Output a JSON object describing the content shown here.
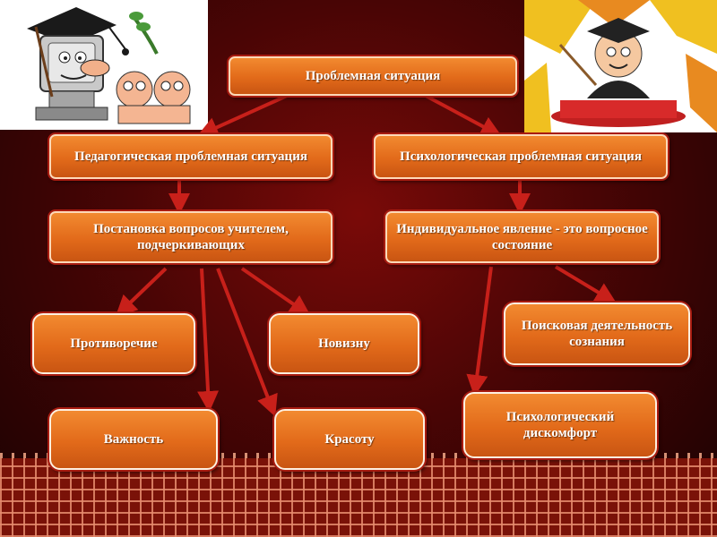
{
  "slide": {
    "root": "Проблемная ситуация",
    "branch_left": "Педагогическая проблемная ситуация",
    "branch_right": "Психологическая проблемная ситуация",
    "left_sub": "Постановка вопросов учителем, подчеркивающих",
    "right_sub": "Индивидуальное явление - это вопросное состояние",
    "leaves_left": [
      "Противоречие",
      "Новизну",
      "Важность",
      "Красоту"
    ],
    "leaves_right": [
      "Поисковая деятельность сознания",
      "Психологический дискомфорт"
    ]
  },
  "colors": {
    "box": "#e8761f",
    "arrow": "#c8201a",
    "background": "#5a0606",
    "border": "#ffd9b8"
  },
  "illustrations": [
    "computer-teacher-cartoon",
    "professor-cartoon"
  ]
}
